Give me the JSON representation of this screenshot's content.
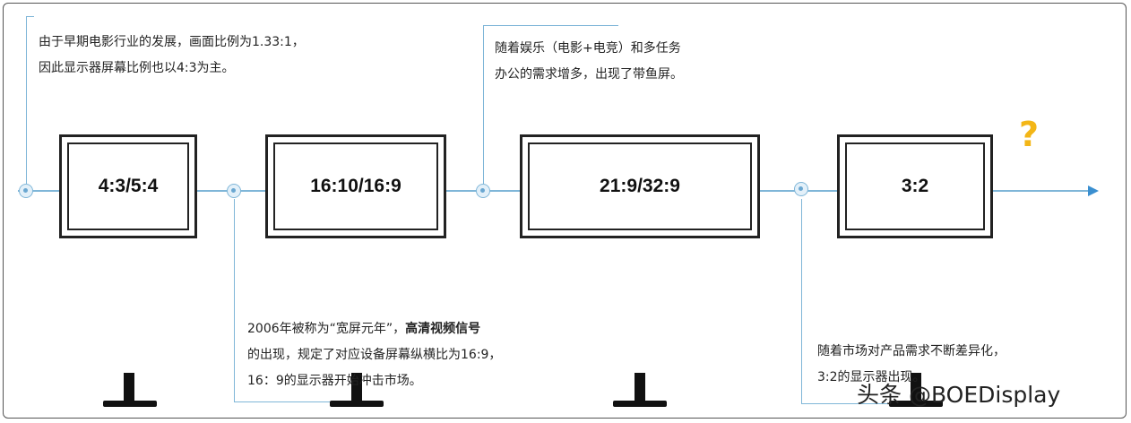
{
  "monitors": [
    {
      "ratio": "4:3/5:4"
    },
    {
      "ratio": "16:10/16:9"
    },
    {
      "ratio": "21:9/32:9"
    },
    {
      "ratio": "3:2"
    }
  ],
  "notes": {
    "n1": {
      "line1": "由于早期电影行业的发展，画面比例为1.33:1，",
      "line2": "因此显示器屏幕比例也以4:3为主。"
    },
    "n2": {
      "line1_pre": "2006年被称为“宽屏元年”，",
      "line1_bold": "高清视频信号",
      "line2": "的出现，规定了对应设备屏幕纵横比为16:9，",
      "line3": "16：9的显示器开始冲击市场。"
    },
    "n3": {
      "line1": "随着娱乐（电影+电竞）和多任务",
      "line2": "办公的需求增多，出现了带鱼屏。"
    },
    "n4": {
      "line1": "随着市场对产品需求不断差异化，",
      "line2": "3:2的显示器出现。"
    }
  },
  "question_mark": "?",
  "watermark": "头条 @BOEDisplay",
  "colors": {
    "timeline": "#7fb6d8",
    "arrow": "#3a8fd0",
    "question_mark": "#f3b617",
    "monitor": "#222222"
  }
}
